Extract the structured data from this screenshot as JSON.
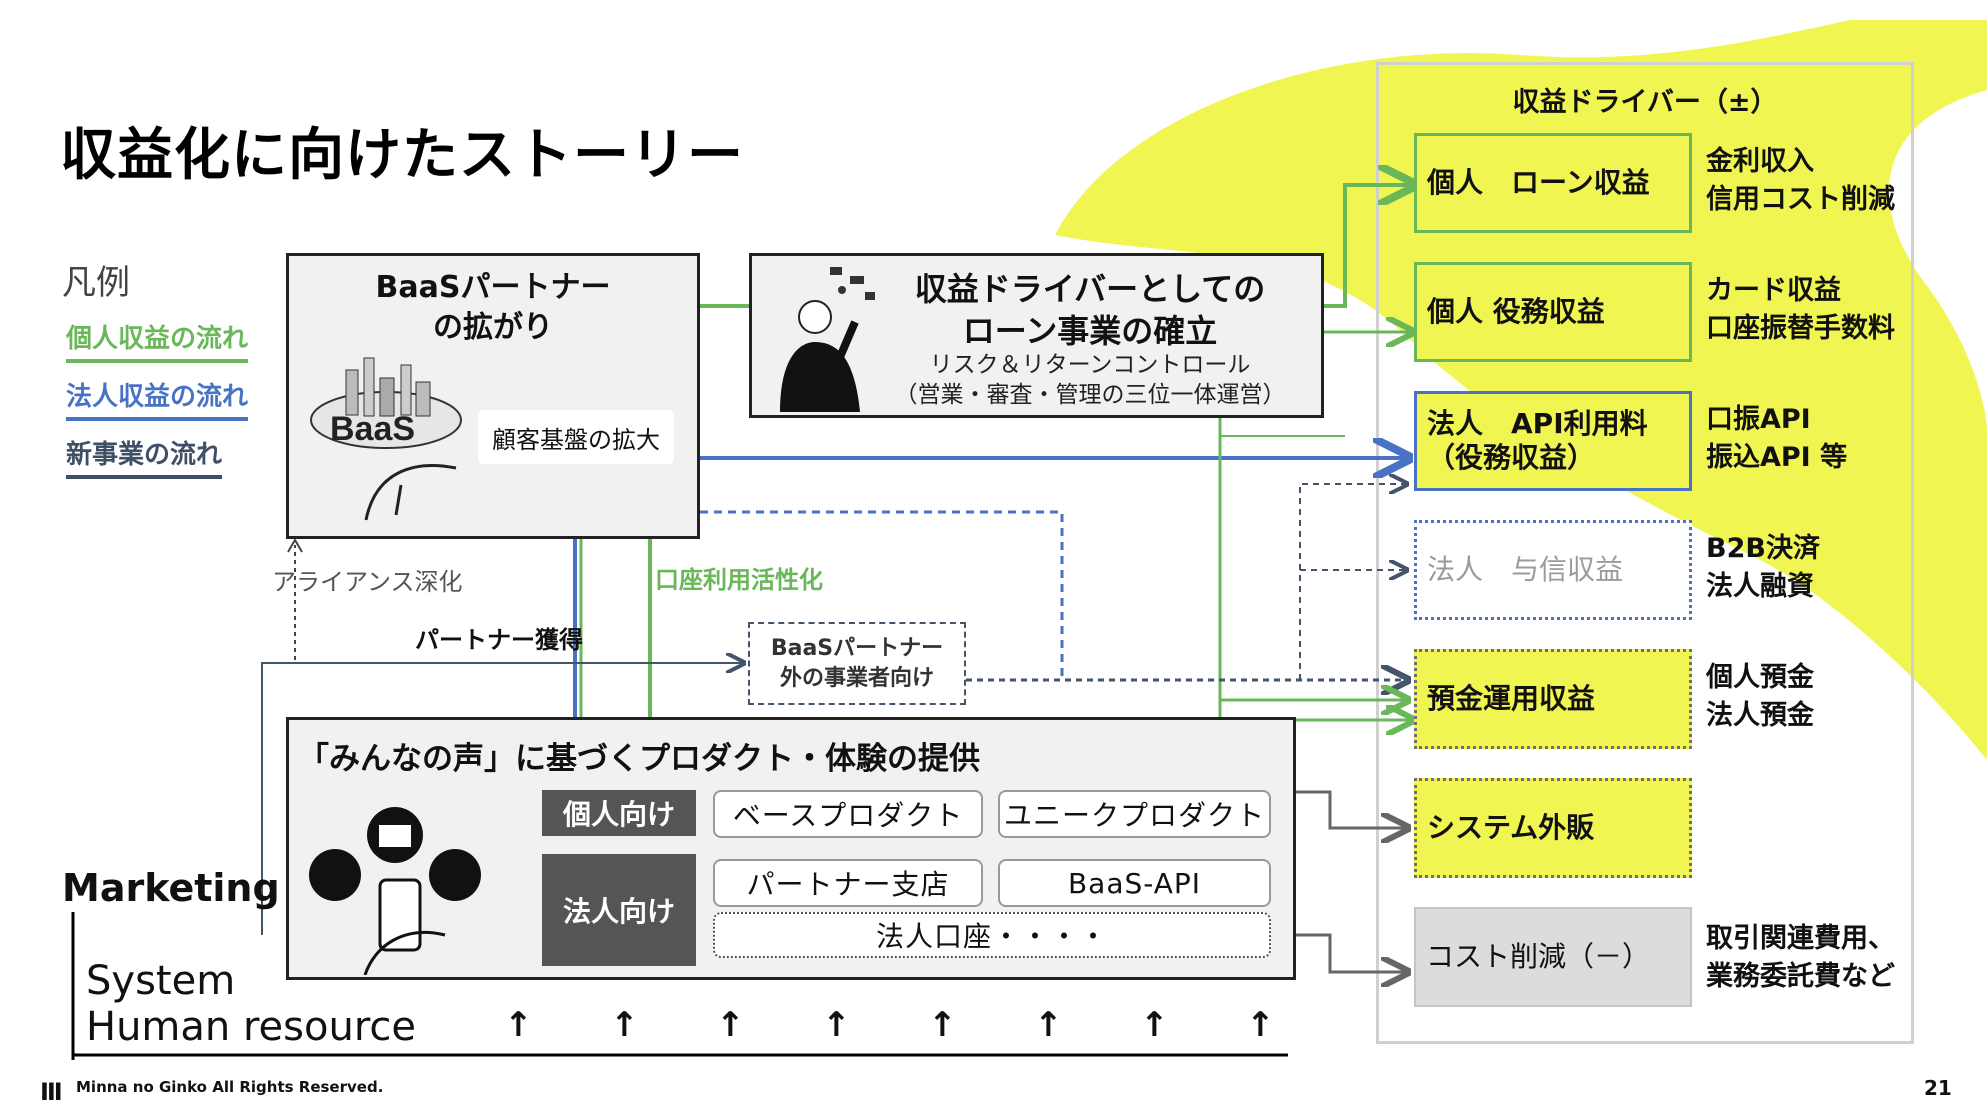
{
  "title": "収益化に向けたストーリー",
  "legend": {
    "heading": "凡例",
    "individual": "個人収益の流れ",
    "corporate": "法人収益の流れ",
    "new_business": "新事業の流れ",
    "colors": {
      "individual": "#6ab75a",
      "corporate": "#4873c5",
      "new_business": "#3f4f66",
      "accent_yellow": "#f1f551"
    }
  },
  "baas": {
    "title_line1": "BaaSパートナー",
    "title_line2": "の拡がり",
    "customer_base": "顧客基盤の拡大",
    "illustration_text": "BaaS"
  },
  "loan": {
    "title_line1": "収益ドライバーとしての",
    "title_line2": "ローン事業の確立",
    "sub_line1": "リスク＆リターンコントロール",
    "sub_line2": "（営業・審査・管理の三位一体運営）"
  },
  "flow_labels": {
    "alliance": "アライアンス深化",
    "account_usage": "口座利用活性化",
    "partner_acquisition": "パートナー獲得",
    "external_line1": "BaaSパートナー",
    "external_line2": "外の事業者向け"
  },
  "products": {
    "title": "「みんなの声」に基づくプロダクト・体験の提供",
    "individual_label": "個人向け",
    "corporate_label": "法人向け",
    "base_product": "ベースプロダクト",
    "unique_product": "ユニークプロダクト",
    "partner_branch": "パートナー支店",
    "baas_api": "BaaS-API",
    "corporate_account": "法人口座・・・・"
  },
  "drivers": {
    "heading": "収益ドライバー（±）",
    "items": [
      {
        "label": "個人　ローン収益",
        "desc1": "金利収入",
        "desc2": "信用コスト削減"
      },
      {
        "label": "個人 役務収益",
        "desc1": "カード収益",
        "desc2": "口座振替手数料"
      },
      {
        "label_line1": "法人　API利用料",
        "label_line2": "（役務収益）",
        "desc1": "口振API",
        "desc2": "振込API 等"
      },
      {
        "label": "法人　与信収益",
        "desc1": "B2B決済",
        "desc2": "法人融資"
      },
      {
        "label": "預金運用収益",
        "desc1": "個人預金",
        "desc2": "法人預金"
      },
      {
        "label": "システム外販",
        "desc1": "",
        "desc2": ""
      },
      {
        "label": "コスト削減（－）",
        "desc1": "取引関連費用、",
        "desc2": "業務委託費など"
      }
    ]
  },
  "foundation": {
    "marketing": "Marketing",
    "system": "System",
    "human_resource": "Human resource",
    "arrow": "↑"
  },
  "footer": {
    "logo": "Ⅲ",
    "company": "Minna no Ginko",
    "rights": "All Rights Reserved.",
    "page": "21"
  }
}
